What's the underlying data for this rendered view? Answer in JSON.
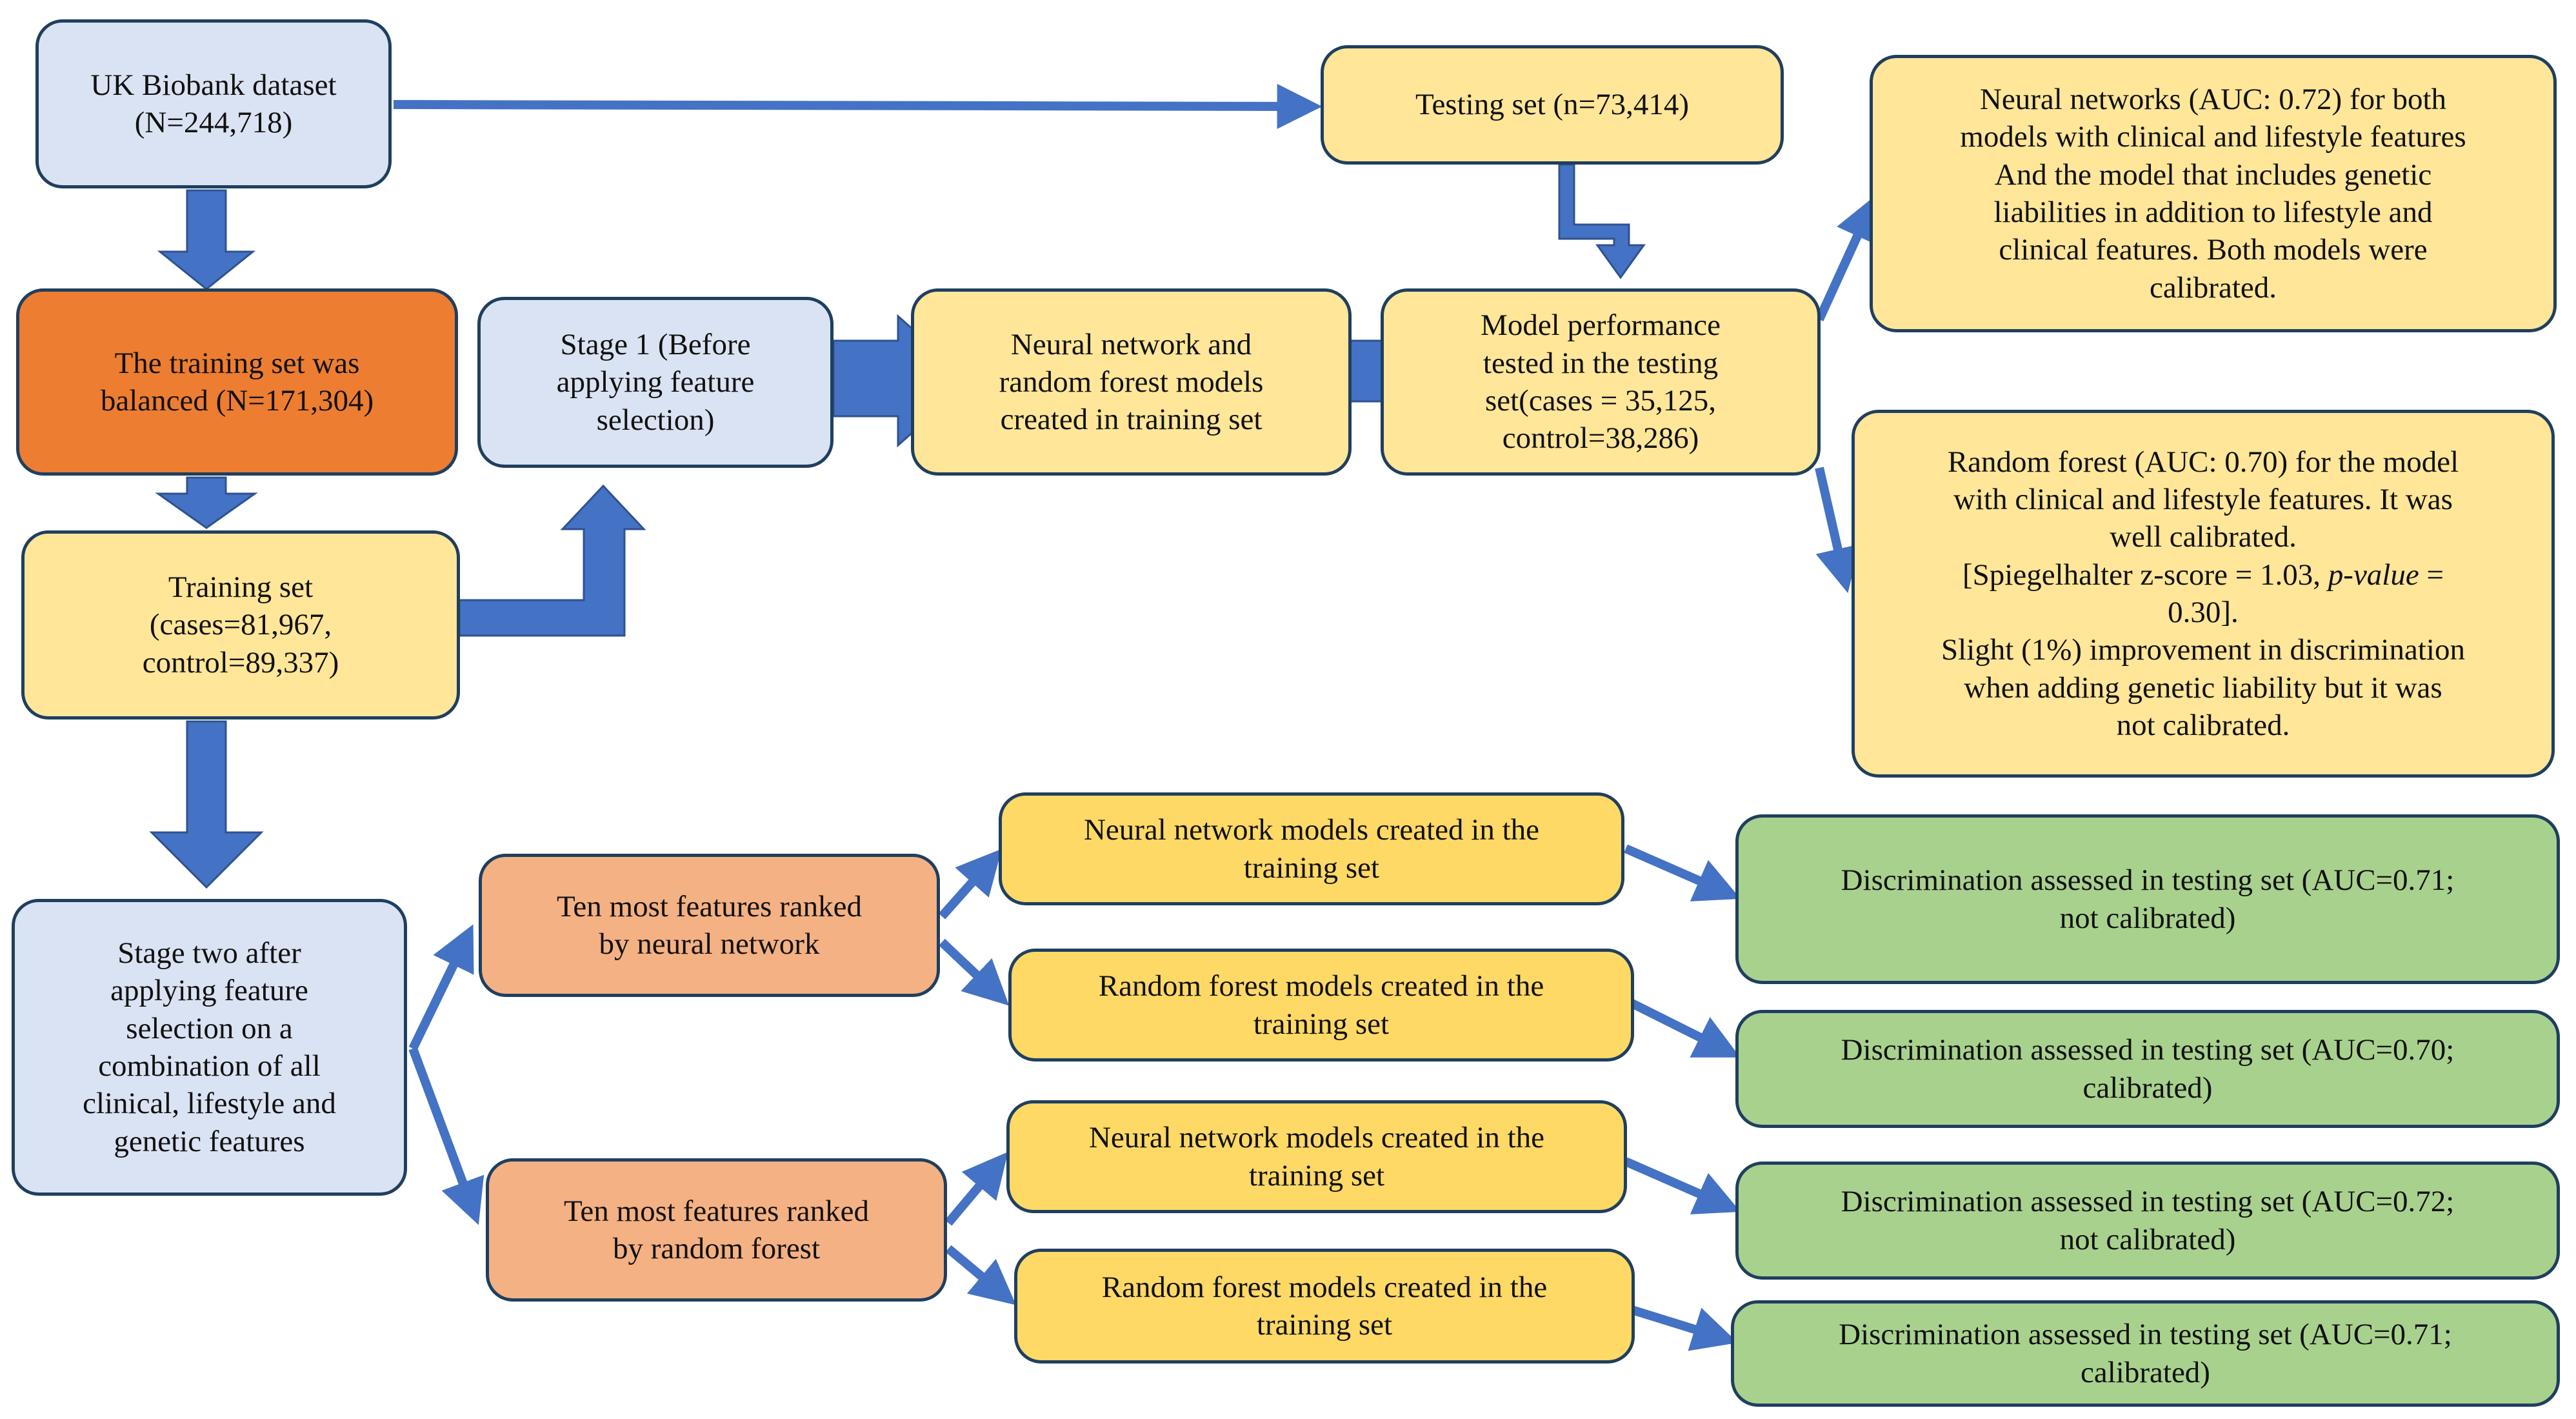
{
  "colors": {
    "arrow": "#4472c4",
    "border": "#1f3f5f",
    "blue_box": "#dae3f3",
    "yellow_box": "#ffe699",
    "gold_box": "#ffd966",
    "orange_box": "#ed7d31",
    "salmon_box": "#f4b183",
    "green_box": "#a9d18e"
  },
  "nodes": {
    "dataset": "UK Biobank dataset\n(N=244,718)",
    "balanced": "The training set was\nbalanced (N=171,304)",
    "training_set": "Training set\n(cases=81,967,\ncontrol=89,337)",
    "stage1": "Stage 1 (Before\napplying feature\nselection)",
    "nn_rf_models": "Neural network and\nrandom forest models\ncreated in training set",
    "testing_set": "Testing set (n=73,414)",
    "model_perf": "Model performance\ntested in the testing\nset(cases = 35,125,\ncontrol=38,286)",
    "nn_result": "Neural networks (AUC: 0.72) for both\nmodels with clinical and lifestyle features\nAnd the model that includes genetic\nliabilities in addition to lifestyle and\nclinical features. Both models were\ncalibrated.",
    "rf_result_1": "Random forest (AUC: 0.70) for the model\nwith clinical and lifestyle features. It was\nwell calibrated.\n[Spiegelhalter z-score = 1.03, ",
    "rf_result_pvalue": "p-value",
    "rf_result_2": " =\n0.30].\nSlight (1%) improvement in discrimination\nwhen adding genetic liability but it was\nnot calibrated.",
    "stage2": "Stage two after\napplying feature\nselection on a\ncombination of all\nclinical, lifestyle and\ngenetic features",
    "ranked_nn": "Ten  most features ranked\nby neural network",
    "ranked_rf": "Ten most features ranked\nby random forest",
    "nn_models_1": "Neural network models created in the\ntraining set",
    "rf_models_1": "Random forest models created in the\ntraining set",
    "nn_models_2": "Neural network models created in the\ntraining set",
    "rf_models_2": "Random forest models created in the\ntraining set",
    "disc_1": "Discrimination assessed in testing set (AUC=0.71;\nnot calibrated)",
    "disc_2": "Discrimination assessed in testing set (AUC=0.70;\ncalibrated)",
    "disc_3": "Discrimination assessed in testing set (AUC=0.72;\nnot calibrated)",
    "disc_4": "Discrimination assessed in testing set (AUC=0.71;\ncalibrated)"
  }
}
